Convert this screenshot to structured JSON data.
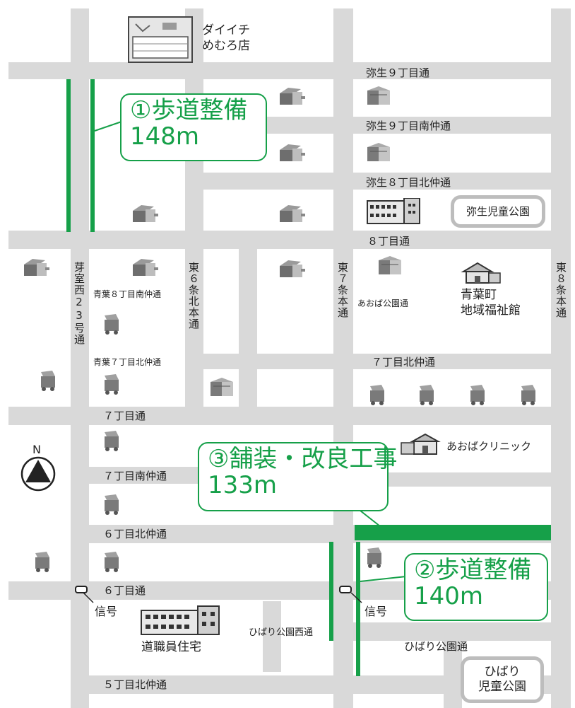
{
  "callouts": {
    "c1": {
      "title": "①歩道整備",
      "length": "148m"
    },
    "c2": {
      "title": "②歩道整備",
      "length": "140m"
    },
    "c3": {
      "title": "③舗装・改良工事",
      "length": "133m"
    }
  },
  "landmarks": {
    "daiichi": {
      "line1": "ダイイチ",
      "line2": "めむろ店"
    },
    "yayoi_park": "弥生児童公園",
    "welfare": {
      "line1": "青葉町",
      "line2": "地域福祉館"
    },
    "clinic": "あおばクリニック",
    "housing": "道職員住宅",
    "hibari_park": {
      "line1": "ひばり",
      "line2": "児童公園"
    }
  },
  "streets": {
    "yayoi9": "弥生９丁目通",
    "yayoi9s": "弥生９丁目南仲通",
    "yayoi8n": "弥生８丁目北仲通",
    "chome8": "８丁目通",
    "memuro23": "芽室西23号通",
    "higashi6": "東６条北本通",
    "higashi7": "東７条本通",
    "higashi8": "東８条本通",
    "aoba8s": "青葉８丁目南仲通",
    "aoba7n": "青葉７丁目北仲通",
    "aoba_park": "あおば公園通",
    "chome7n": "７丁目北仲通",
    "chome7": "７丁目通",
    "chome7s": "７丁目南仲通",
    "chome6n": "６丁目北仲通",
    "chome6": "６丁目通",
    "signal1": "信号",
    "signal2": "信号",
    "hibari_west": "ひばり公園西通",
    "hibari": "ひばり公園通",
    "chome5n": "５丁目北仲通"
  },
  "north": "N",
  "colors": {
    "road": "#d9d9d9",
    "green": "#16a049",
    "park_border": "#bdbdbd"
  }
}
